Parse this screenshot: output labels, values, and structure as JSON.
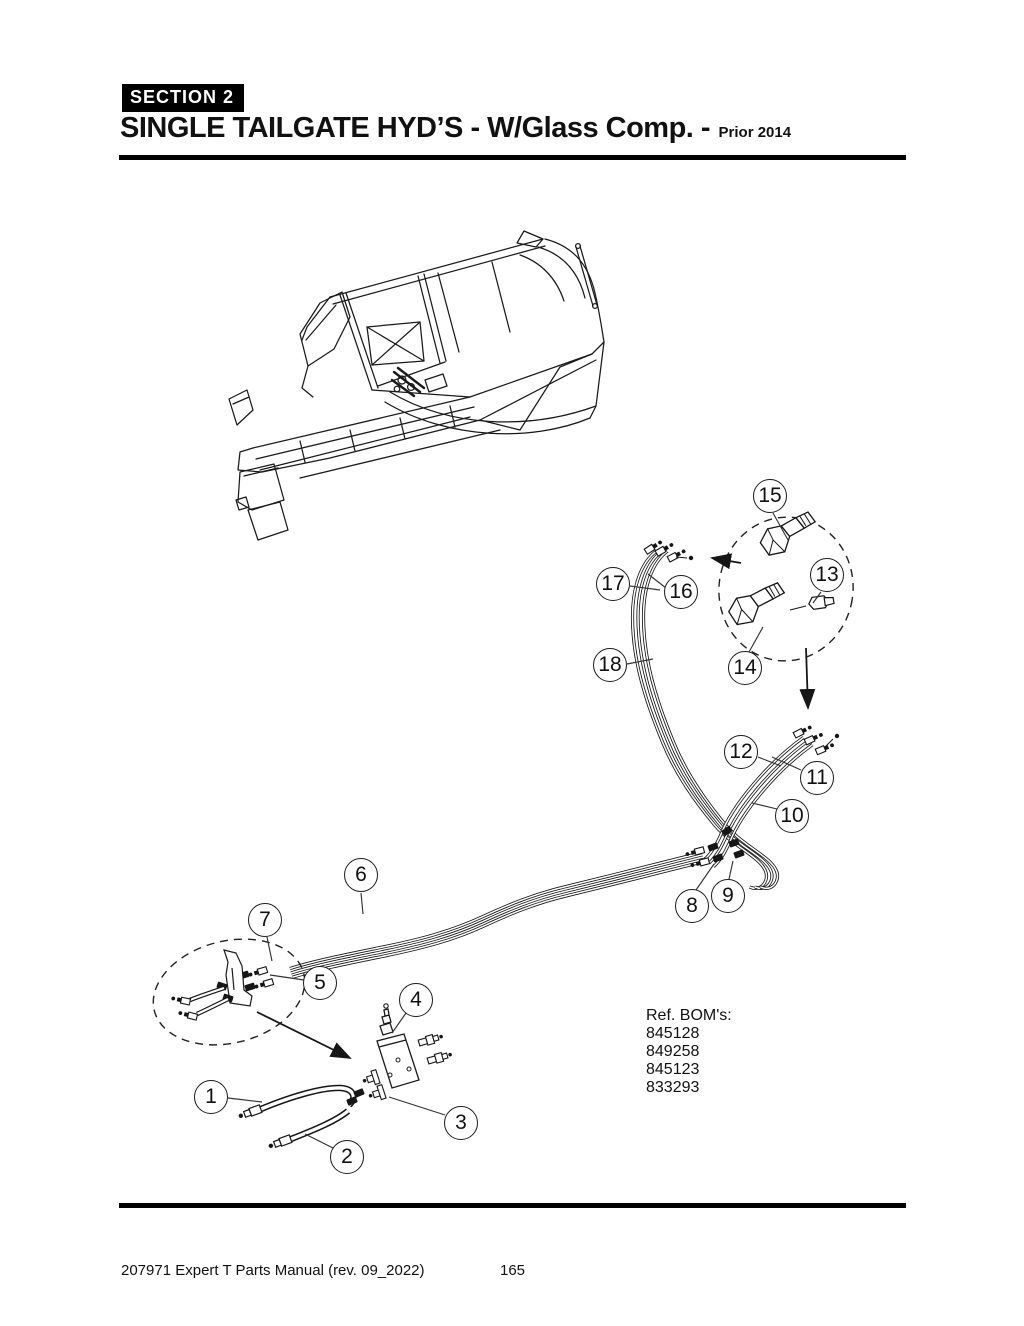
{
  "header": {
    "section_label": "SECTION 2",
    "title": "SINGLE TAILGATE HYD’S - W/Glass Comp. -",
    "title_suffix": "Prior 2014"
  },
  "diagram": {
    "description_icons": {
      "detail_ellipse_top": "dashed-detail-ellipse",
      "detail_ellipse_bottom": "dashed-detail-ellipse",
      "arrows": "pointer-arrow"
    },
    "callouts": [
      {
        "num": "1"
      },
      {
        "num": "2"
      },
      {
        "num": "3"
      },
      {
        "num": "4"
      },
      {
        "num": "5"
      },
      {
        "num": "6"
      },
      {
        "num": "7"
      },
      {
        "num": "8"
      },
      {
        "num": "9"
      },
      {
        "num": "10"
      },
      {
        "num": "11"
      },
      {
        "num": "12"
      },
      {
        "num": "13"
      },
      {
        "num": "14"
      },
      {
        "num": "15"
      },
      {
        "num": "16"
      },
      {
        "num": "17"
      },
      {
        "num": "18"
      }
    ]
  },
  "ref_boms": {
    "title": "Ref. BOM's:",
    "items": [
      "845128",
      "849258",
      "845123",
      "833293"
    ]
  },
  "footer": {
    "manual_title": "207971 Expert T Parts Manual (rev. 09_2022)",
    "page_number": "165"
  }
}
